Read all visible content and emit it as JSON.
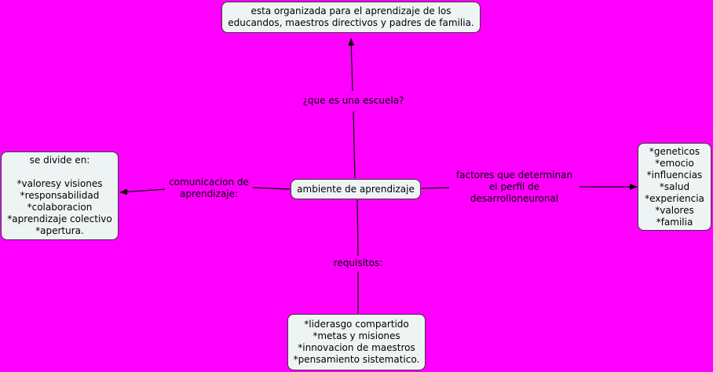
{
  "central": {
    "text": "ambiente de aprendizaje"
  },
  "nodes": {
    "top": {
      "lines": [
        "esta organizada para el aprendizaje de los",
        "educandos, maestros directivos y padres de familia."
      ]
    },
    "left": {
      "lines": [
        "se divide en:",
        "",
        "*valoresy visiones",
        "*responsabilidad",
        "*colaboracion",
        "*aprendizaje colectivo",
        "*apertura."
      ]
    },
    "right": {
      "lines": [
        "*geneticos",
        "*emocio",
        "*influencias",
        "*salud",
        "*experiencia",
        "*valores",
        "*familia"
      ]
    },
    "bottom": {
      "lines": [
        "*liderasgo compartido",
        "*metas y misiones",
        "*innovacion de maestros",
        "*pensamiento sistematico."
      ]
    }
  },
  "links": {
    "top": {
      "lines": [
        "¿que es una escuela?"
      ]
    },
    "left": {
      "lines": [
        "comunicacion de",
        "aprendizaje:"
      ]
    },
    "right": {
      "lines": [
        "factores que determinan",
        "el perfil de",
        "desarrolloneuronal"
      ]
    },
    "bottom": {
      "lines": [
        "requisitos:"
      ]
    }
  },
  "colors": {
    "background": "#ff00ff",
    "node_fill": "#eef4f4",
    "node_border": "#3a3a3a",
    "line": "#000000"
  }
}
